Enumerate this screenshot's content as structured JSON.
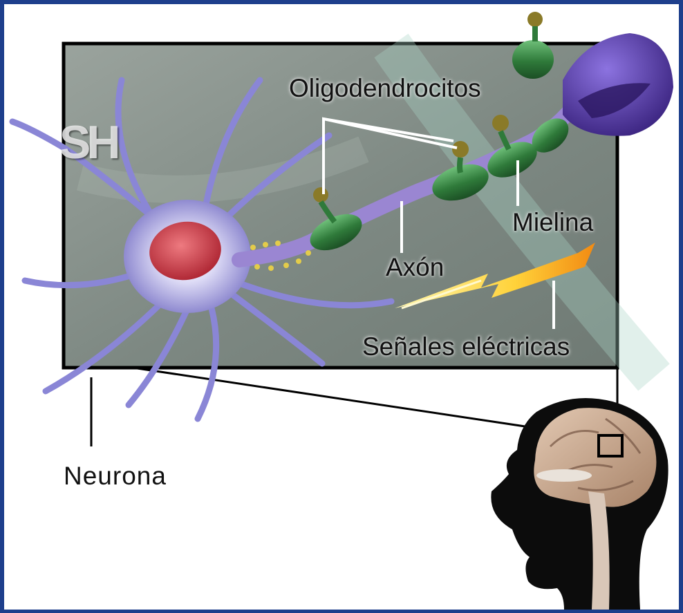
{
  "diagram": {
    "watermark": "SH",
    "labels": {
      "oligodendrocytes": "Oligodendrocitos",
      "myelin": "Mielina",
      "axon": "Axón",
      "electrical_signals": "Señales eléctricas",
      "neuron": "Neurona"
    }
  },
  "colors": {
    "slide_background": "#1e3f8c",
    "panel_background": "#7f8a84",
    "neuron_body": "#c9c8ee",
    "nucleus": "#c8404a",
    "myelin_sheath": "#2f7a3a",
    "axon": "#9a86d2",
    "axon_terminal": "#5a3ea8",
    "lightning": "#f6a11a"
  }
}
